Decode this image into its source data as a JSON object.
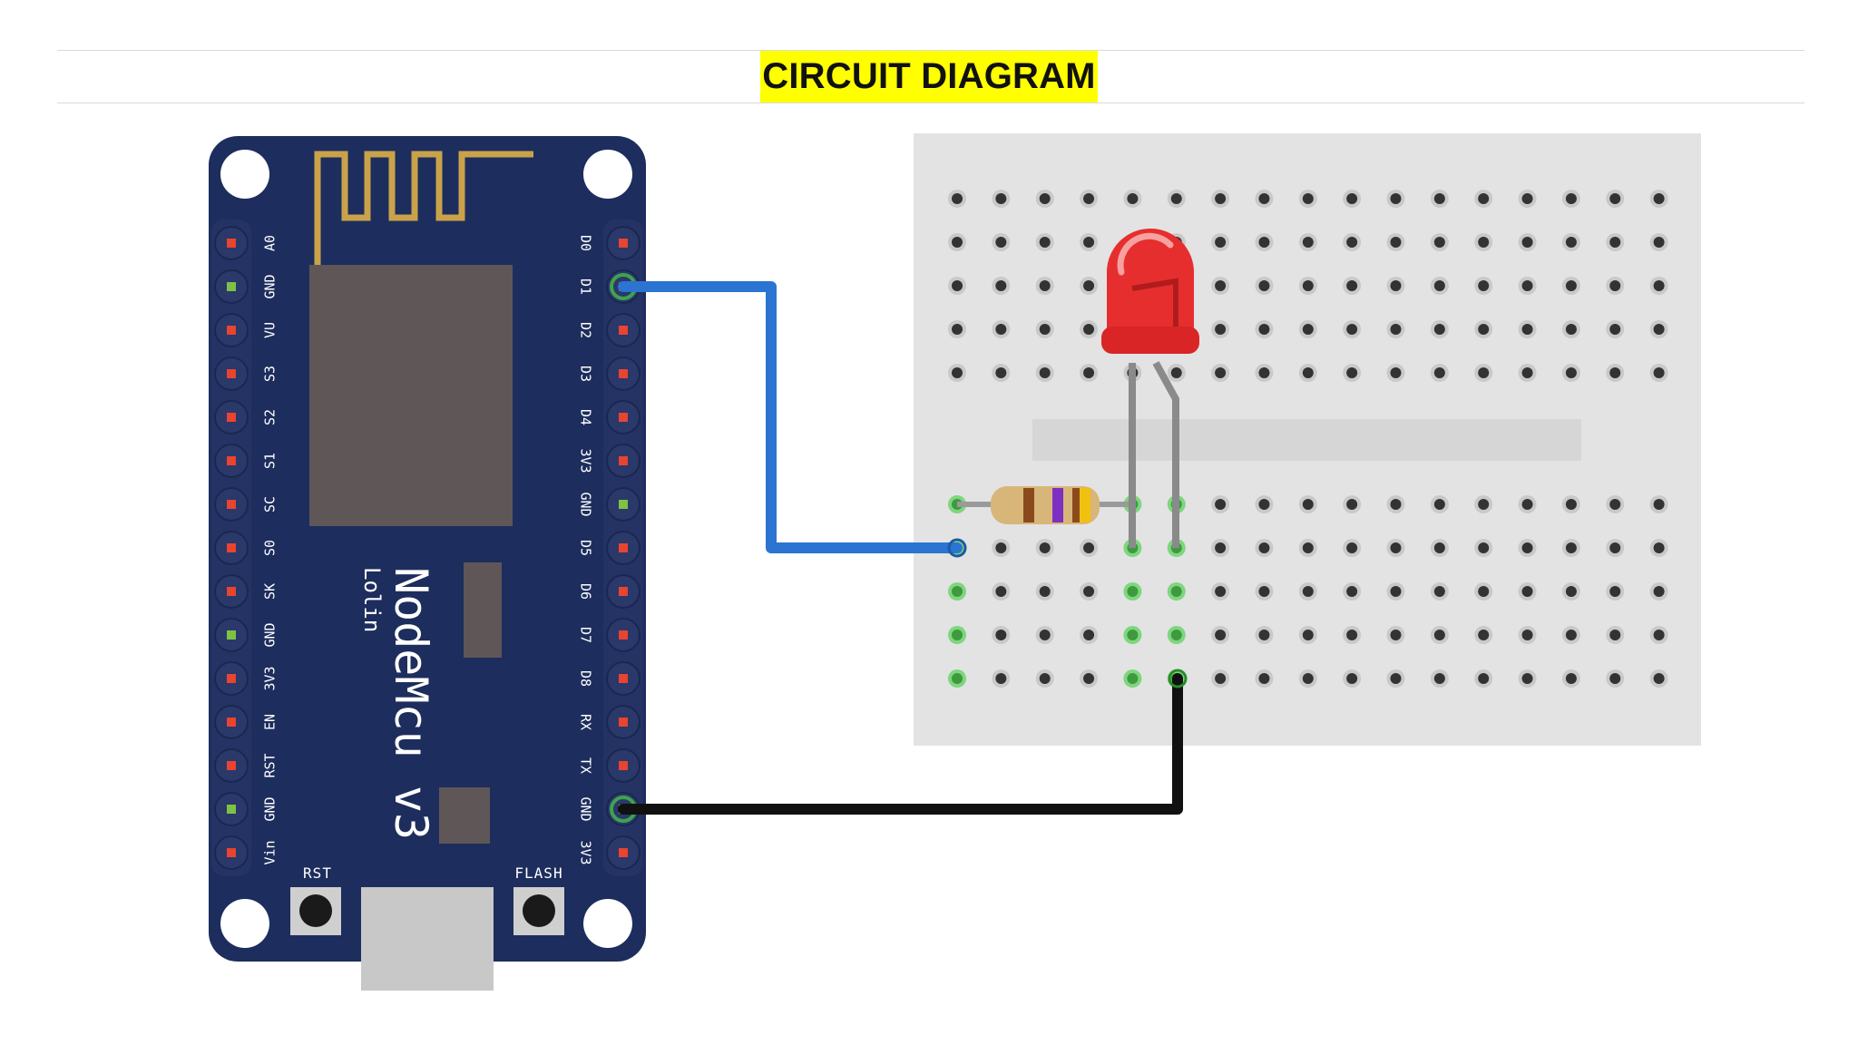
{
  "title": "CIRCUIT DIAGRAM",
  "board": {
    "name": "NodeMcu v3",
    "maker": "Lolin",
    "left_pins": [
      "A0",
      "GND",
      "VU",
      "S3",
      "S2",
      "S1",
      "SC",
      "S0",
      "SK",
      "GND",
      "3V3",
      "EN",
      "RST",
      "GND",
      "Vin"
    ],
    "right_pins": [
      "D0",
      "D1",
      "D2",
      "D3",
      "D4",
      "3V3",
      "GND",
      "D5",
      "D6",
      "D7",
      "D8",
      "RX",
      "TX",
      "GND",
      "3V3"
    ],
    "rst_label": "RST",
    "flash_label": "FLASH"
  },
  "colors": {
    "board": "#1d2d5d",
    "pcb_edge": "#16244d",
    "chip": "#5e5657",
    "antenna": "#c9a24a",
    "pin_red": "#e8442f",
    "pin_green": "#7ec243",
    "wire_signal": "#2b74d1",
    "wire_ground": "#111111",
    "breadboard": "#e3e3e3",
    "hole": "#333333",
    "hole_active": "#7ed67e",
    "led": "#e62e2e",
    "led_leg": "#8a8a8a"
  },
  "connections": [
    {
      "from": "D1",
      "to": "resistor",
      "color": "wire_signal"
    },
    {
      "from": "GND",
      "to": "led-cathode",
      "color": "wire_ground"
    }
  ]
}
